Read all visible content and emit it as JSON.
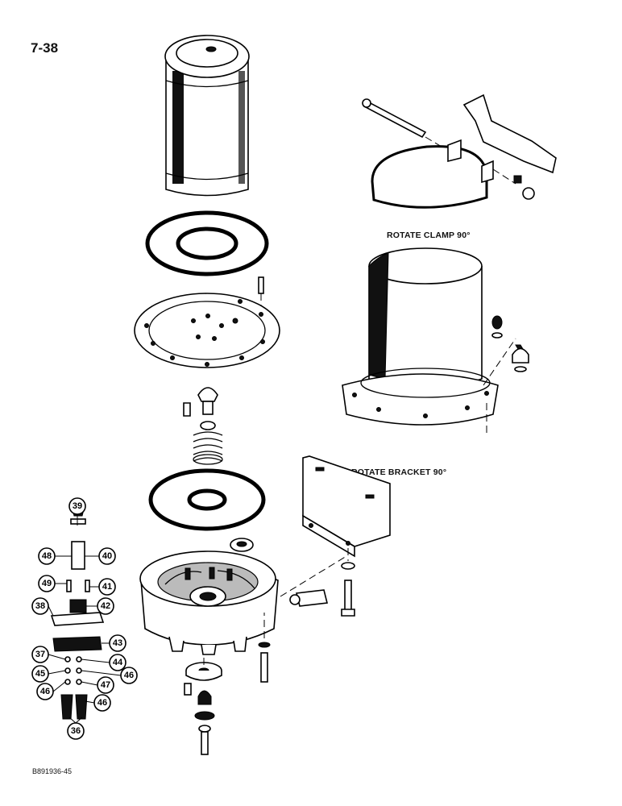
{
  "page_number": "7-38",
  "captions": {
    "rotate_clamp": "ROTATE CLAMP 90°",
    "rotate_bracket": "ROTATE BRACKET 90°"
  },
  "figure_id": "B891936-45",
  "callouts": {
    "c36": "36",
    "c37": "37",
    "c38": "38",
    "c39": "39",
    "c40": "40",
    "c41": "41",
    "c42": "42",
    "c43": "43",
    "c44": "44",
    "c45": "45",
    "c46a": "46",
    "c46b": "46",
    "c46c": "46",
    "c47": "47",
    "c48": "48",
    "c49": "49"
  }
}
